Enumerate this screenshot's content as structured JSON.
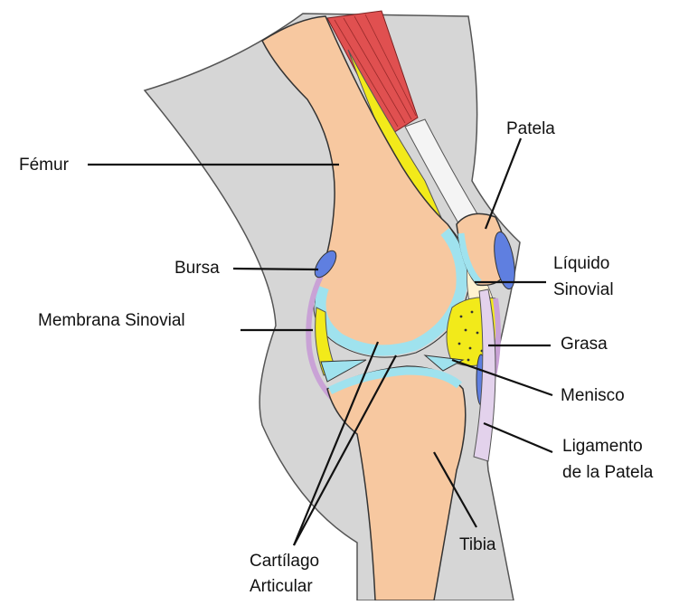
{
  "diagram": {
    "colors": {
      "skin": "#d6d6d6",
      "bone": "#f7c8a0",
      "muscle": "#e05050",
      "fat": "#f2ea1a",
      "cartilage": "#9fe2ee",
      "synovial_fluid": "#fff2d0",
      "bursa": "#5f7fe0",
      "membrane": "#c9a2d6",
      "tendon": "#f4f4f4",
      "outline": "#333333"
    },
    "labels": {
      "femur": "Fémur",
      "patella": "Patela",
      "bursa": "Bursa",
      "synovial_fluid_line1": "Líquido",
      "synovial_fluid_line2": "Sinovial",
      "synovial_membrane": "Membrana Sinovial",
      "fat": "Grasa",
      "meniscus": "Menisco",
      "patellar_ligament_line1": "Ligamento",
      "patellar_ligament_line2": "de la Patela",
      "articular_cartilage_line1": "Cartílago",
      "articular_cartilage_line2": "Articular",
      "tibia": "Tibia"
    }
  }
}
